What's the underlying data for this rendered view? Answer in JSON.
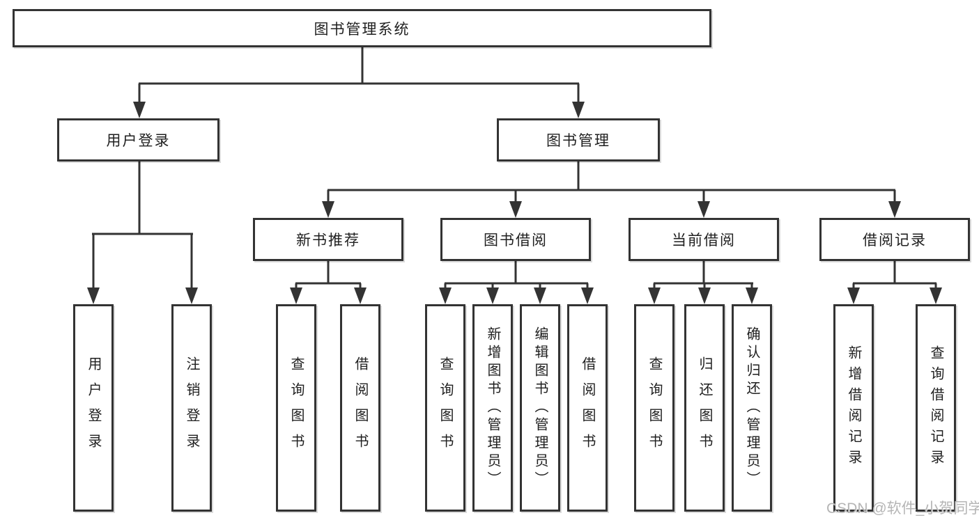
{
  "tree": {
    "label": "图书管理系统",
    "children": [
      {
        "label": "用户登录",
        "children": [
          {
            "label": "用户登录"
          },
          {
            "label": "注销登录"
          }
        ]
      },
      {
        "label": "图书管理",
        "children": [
          {
            "label": "新书推荐",
            "children": [
              {
                "label": "查询图书"
              },
              {
                "label": "借阅图书"
              }
            ]
          },
          {
            "label": "图书借阅",
            "children": [
              {
                "label": "查询图书"
              },
              {
                "label": "新增图书（管理员）"
              },
              {
                "label": "编辑图书（管理员）"
              },
              {
                "label": "借阅图书"
              }
            ]
          },
          {
            "label": "当前借阅",
            "children": [
              {
                "label": "查询图书"
              },
              {
                "label": "归还图书"
              },
              {
                "label": "确认归还（管理员）"
              }
            ]
          },
          {
            "label": "借阅记录",
            "children": [
              {
                "label": "新增借阅记录"
              },
              {
                "label": "查询借阅记录"
              }
            ]
          }
        ]
      }
    ]
  },
  "watermark": {
    "text": "CSDN @软件_小贺同学"
  },
  "colors": {
    "line": "#333333",
    "text": "#1f1f1f",
    "background": "#ffffff",
    "watermark": "#b5b5b5"
  }
}
